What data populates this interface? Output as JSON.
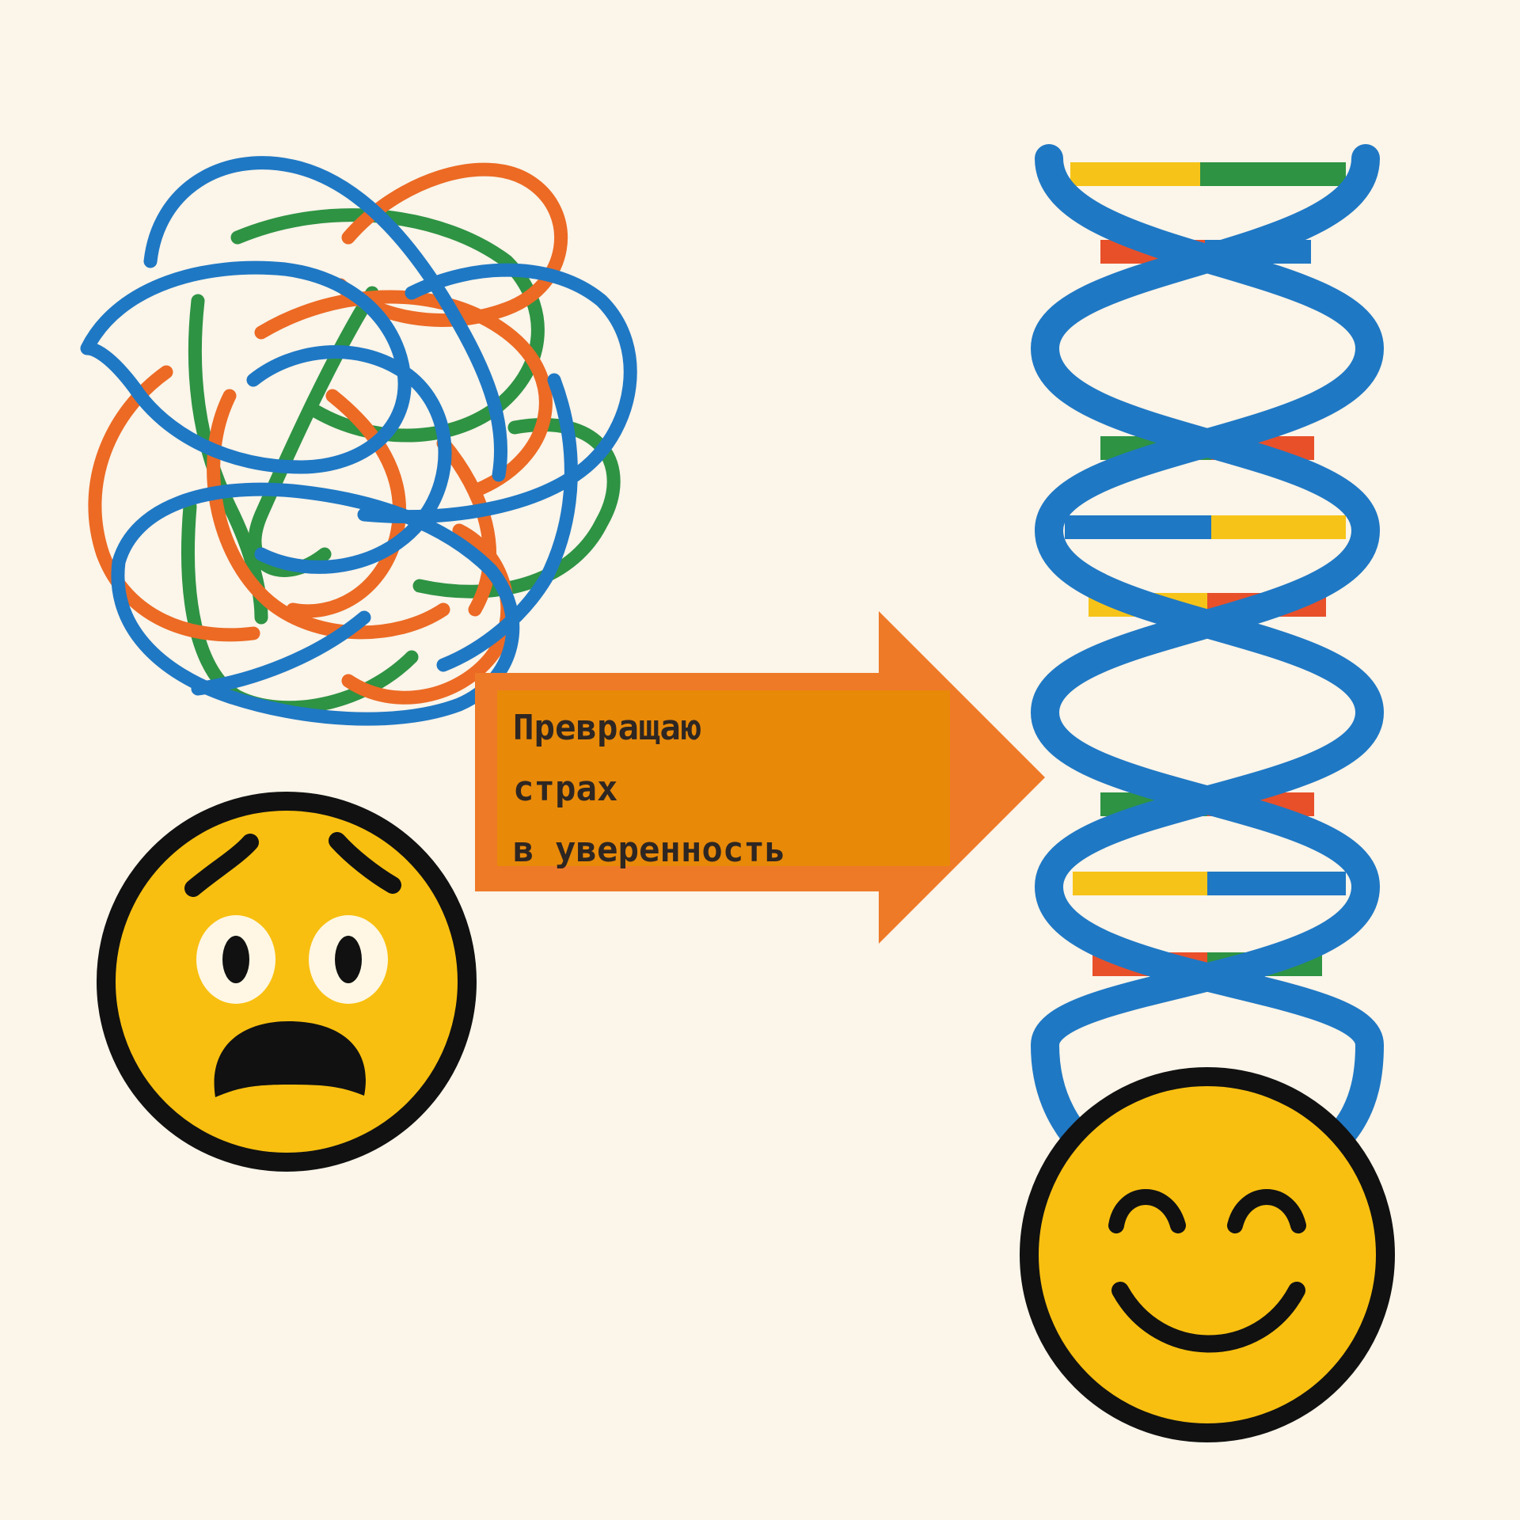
{
  "caption": {
    "lines": [
      "Превращаю",
      "страх",
      "в уверенность"
    ]
  },
  "colors": {
    "background": "#FBF5EA",
    "blue": "#1F78C4",
    "orange": "#EC6A24",
    "green": "#2E9343",
    "red": "#E8502A",
    "yellow": "#F6C418",
    "face": "#F8BF10",
    "arrow": "#EE7A28",
    "caption_box": "#E88908",
    "outline": "#111111"
  },
  "icons": {
    "tangle": "tangled-scribble-icon",
    "scared_face": "scared-face-icon",
    "arrow": "arrow-right-icon",
    "dna": "dna-helix-icon",
    "happy_face": "happy-face-icon"
  }
}
